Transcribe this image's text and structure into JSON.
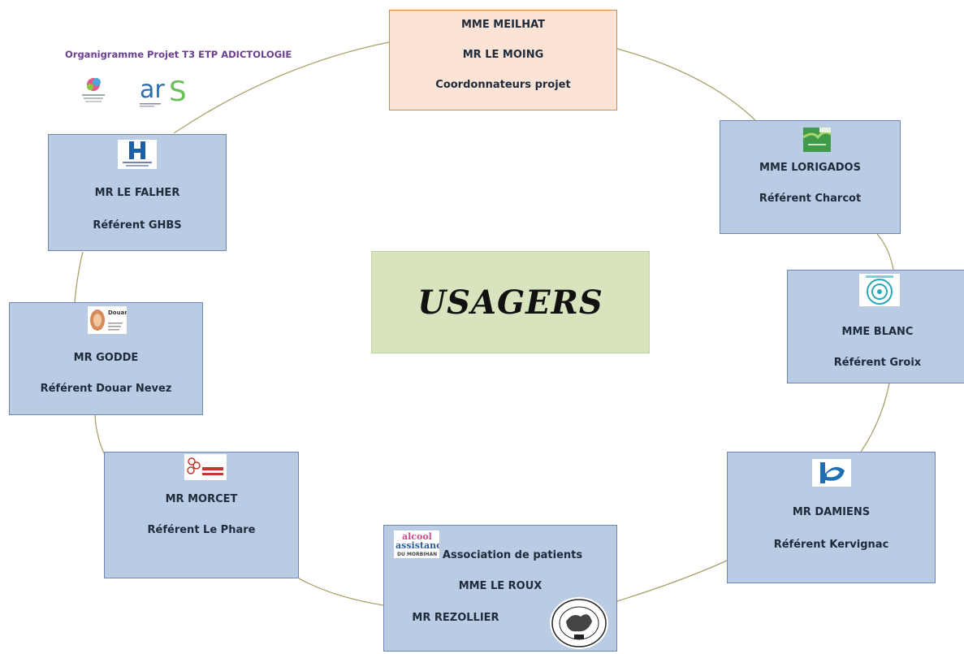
{
  "title": "Organigramme Projet T3 ETP ADICTOLOGIE",
  "logos": {
    "left_org": "ireps-logo",
    "ars": "ars",
    "ghbs": "ghbs-logo",
    "charcot": "charcot-logo",
    "groix": "groix-logo",
    "douar_nevez": "Douar Nevez",
    "phare": "phare-logo",
    "kervignac": "kervignac-logo",
    "alcool": [
      "alcool",
      "assistance",
      "DU MORBIHAN"
    ],
    "vie_libre": "vie-libre-logo"
  },
  "center": {
    "label": "USAGERS"
  },
  "boxes": {
    "coord": {
      "line1": "MME MEILHAT",
      "line2": "MR LE MOING",
      "line3": "Coordonnateurs projet"
    },
    "ghbs": {
      "line1": "MR LE FALHER",
      "line2": "Référent GHBS"
    },
    "douar": {
      "line1": "MR GODDE",
      "line2": "Référent Douar Nevez"
    },
    "phare": {
      "line1": "MR MORCET",
      "line2": "Référent Le Phare"
    },
    "assoc": {
      "line1": "Association de patients",
      "line2": "MME LE ROUX",
      "line3": "MR REZOLLIER"
    },
    "kervignac": {
      "line1": "MR DAMIENS",
      "line2": "Référent Kervignac"
    },
    "groix": {
      "line1": "MME BLANC",
      "line2": "Référent Groix"
    },
    "charcot": {
      "line1": "MME LORIGADOS",
      "line2": "Référent Charcot"
    }
  },
  "colors": {
    "box_fill": "#b9cce4",
    "coord_fill": "#fbe4d6",
    "center_fill": "#d7e4bd",
    "ring": "#a9a26a",
    "title": "#6b3f92"
  }
}
